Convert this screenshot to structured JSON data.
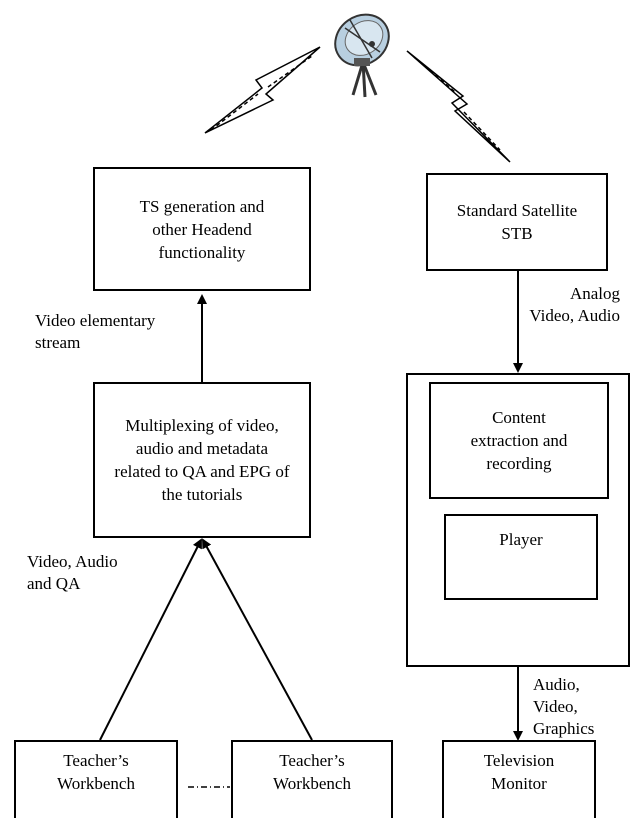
{
  "nodes": {
    "headend": "TS generation and\nother Headend\nfunctionality",
    "stb": "Standard Satellite\nSTB",
    "mux": "Multiplexing of video,\naudio and metadata\nrelated to QA and EPG of\nthe tutorials",
    "content_extraction": "Content\nextraction and\nrecording",
    "player": "Player",
    "workbench_1": "Teacher’s\nWorkbench",
    "workbench_2": "Teacher’s\nWorkbench",
    "tv_monitor": "Television\nMonitor"
  },
  "edges": {
    "video_es": "Video elementary\nstream",
    "analog": "Analog\nVideo, Audio",
    "video_audio_qa": "Video, Audio\nand QA",
    "av_graphics": "Audio,\nVideo,\nGraphics"
  },
  "icons": {
    "satellite_dish": "satellite-dish-icon",
    "uplink": "lightning-bolt-icon",
    "downlink": "lightning-bolt-icon"
  }
}
